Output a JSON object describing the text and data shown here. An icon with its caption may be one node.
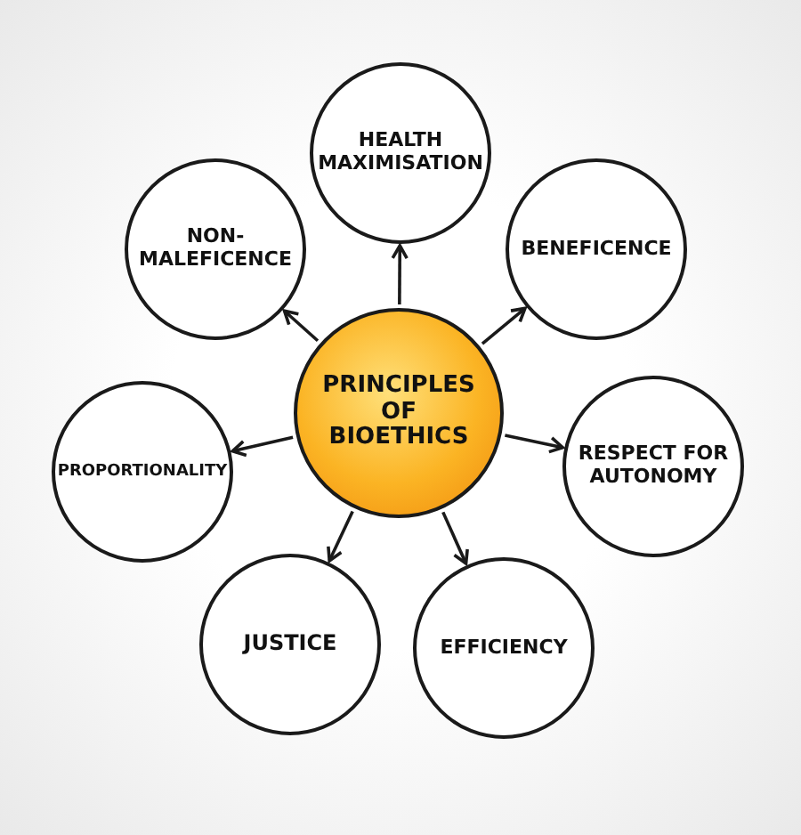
{
  "diagram": {
    "nodes": [
      {
        "text": [
          "PRINCIPLES OF BIOETHICS"
        ]
      },
      {
        "text": [
          "HEALTH MAXIMISATION"
        ]
      },
      {
        "text": [
          "BENEFICENCE"
        ]
      },
      {
        "text": [
          "RESPECT FOR AUTONOMY"
        ]
      },
      {
        "text": [
          "EFFICIENCY"
        ]
      },
      {
        "text": [
          "JUSTICE"
        ]
      },
      {
        "text": [
          "PROPORTIONALITY"
        ]
      },
      {
        "text": [
          "NON-MALEFICENCE"
        ]
      }
    ],
    "edges": [
      {
        "from": 0,
        "to": 1,
        "arrow": "to"
      },
      {
        "from": 0,
        "to": 2,
        "arrow": "to"
      },
      {
        "from": 0,
        "to": 3,
        "arrow": "to"
      },
      {
        "from": 0,
        "to": 4,
        "arrow": "to"
      },
      {
        "from": 0,
        "to": 5,
        "arrow": "to"
      },
      {
        "from": 0,
        "to": 6,
        "arrow": "to"
      },
      {
        "from": 0,
        "to": 7,
        "arrow": "to"
      }
    ]
  }
}
